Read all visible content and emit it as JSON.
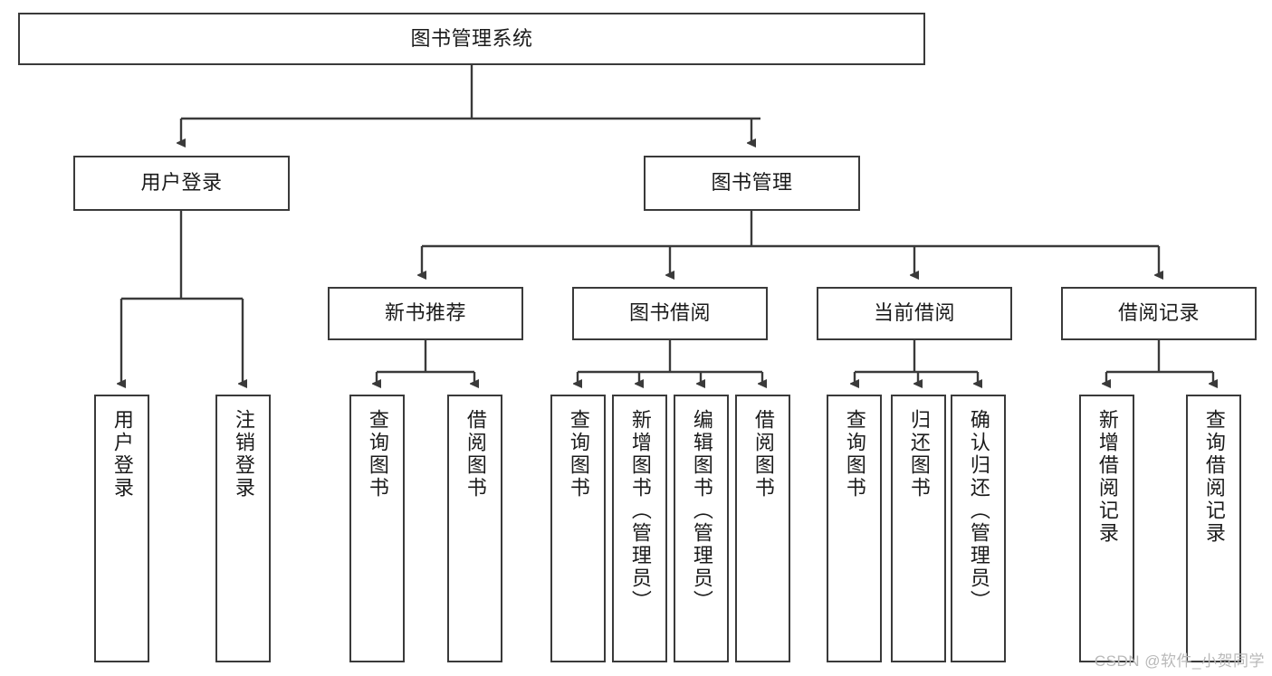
{
  "diagram": {
    "type": "tree-hierarchy",
    "root": {
      "id": "root",
      "label": "图书管理系统"
    },
    "level2": [
      {
        "id": "user-login",
        "label": "用户登录"
      },
      {
        "id": "book-manage",
        "label": "图书管理"
      }
    ],
    "level3": [
      {
        "id": "new-book-rec",
        "label": "新书推荐",
        "parent": "book-manage"
      },
      {
        "id": "book-borrow",
        "label": "图书借阅",
        "parent": "book-manage"
      },
      {
        "id": "current-borrow",
        "label": "当前借阅",
        "parent": "book-manage"
      },
      {
        "id": "borrow-record",
        "label": "借阅记录",
        "parent": "book-manage"
      }
    ],
    "leaves": {
      "user-login": [
        {
          "id": "leaf-user-login",
          "label": "用户登录"
        },
        {
          "id": "leaf-logout",
          "label": "注销登录"
        }
      ],
      "new-book-rec": [
        {
          "id": "leaf-query-book-1",
          "label": "查询图书"
        },
        {
          "id": "leaf-borrow-book-1",
          "label": "借阅图书"
        }
      ],
      "book-borrow": [
        {
          "id": "leaf-query-book-2",
          "label": "查询图书"
        },
        {
          "id": "leaf-add-book",
          "label": "新增图书（管理员）"
        },
        {
          "id": "leaf-edit-book",
          "label": "编辑图书（管理员）"
        },
        {
          "id": "leaf-borrow-book-2",
          "label": "借阅图书"
        }
      ],
      "current-borrow": [
        {
          "id": "leaf-query-book-3",
          "label": "查询图书"
        },
        {
          "id": "leaf-return-book",
          "label": "归还图书"
        },
        {
          "id": "leaf-confirm-return",
          "label": "确认归还（管理员）"
        }
      ],
      "borrow-record": [
        {
          "id": "leaf-add-record",
          "label": "新增借阅记录"
        },
        {
          "id": "leaf-query-record",
          "label": "查询借阅记录"
        }
      ]
    },
    "colors": {
      "stroke": "#3a3a3a",
      "fill": "#ffffff",
      "text": "#1b1b1b",
      "watermark": "#b9b9b9"
    }
  },
  "watermark": {
    "text": "CSDN @软件_小贺同学"
  }
}
